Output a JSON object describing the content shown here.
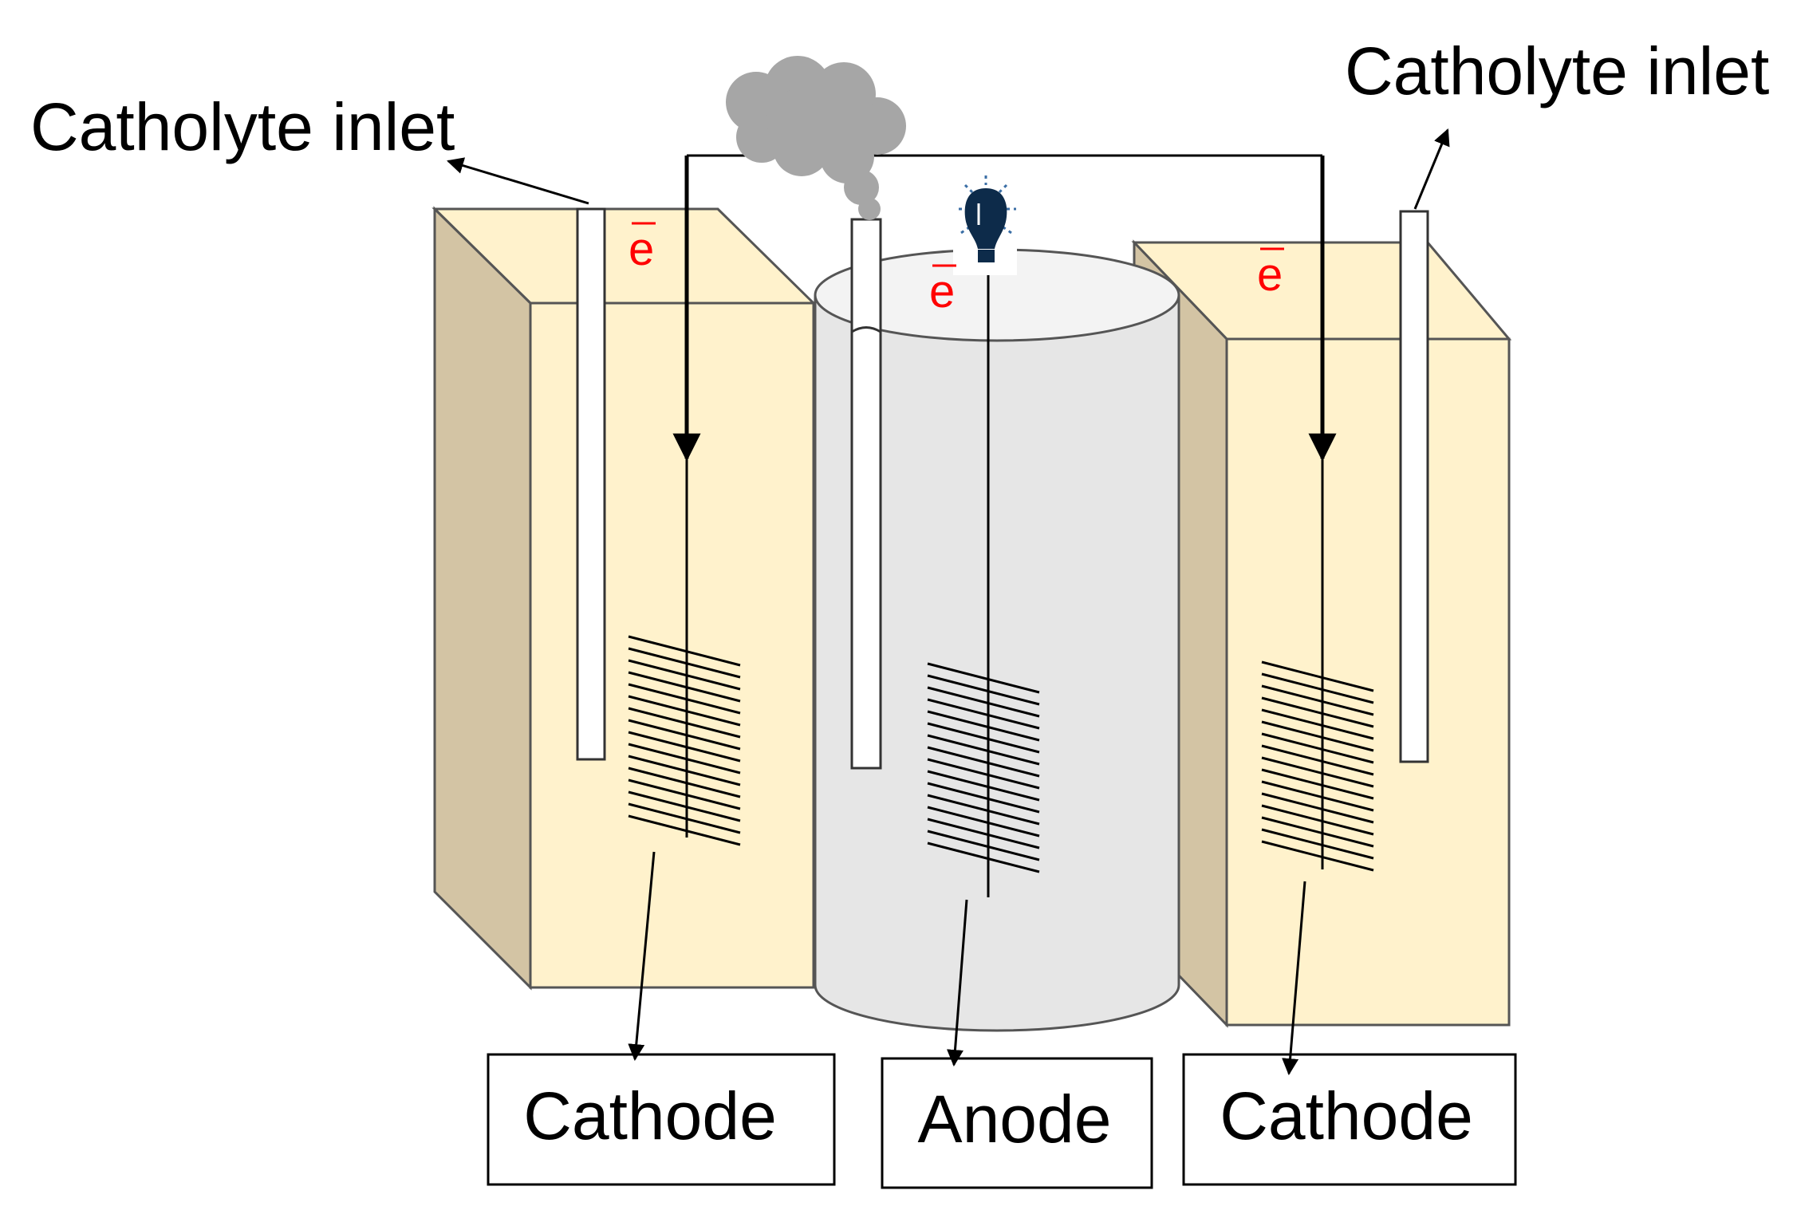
{
  "labels": {
    "inlet_left": "Catholyte inlet",
    "inlet_right": "Catholyte inlet",
    "electron_left": "e",
    "electron_center": "e",
    "electron_right": "e"
  },
  "boxes": {
    "cathode_left": "Cathode",
    "anode": "Anode",
    "cathode_right": "Cathode"
  },
  "colors": {
    "chamber_front": "#fff2cc",
    "chamber_side": "#d3c4a4",
    "anode_body": "#e6e6e6",
    "anode_top": "#f3f3f3",
    "outline": "#555555",
    "electron": "#ff0000",
    "smoke": "#a6a6a6",
    "bulb": "#0d2b4a"
  },
  "icons": [
    "smoke-cloud-icon",
    "light-bulb-icon"
  ]
}
